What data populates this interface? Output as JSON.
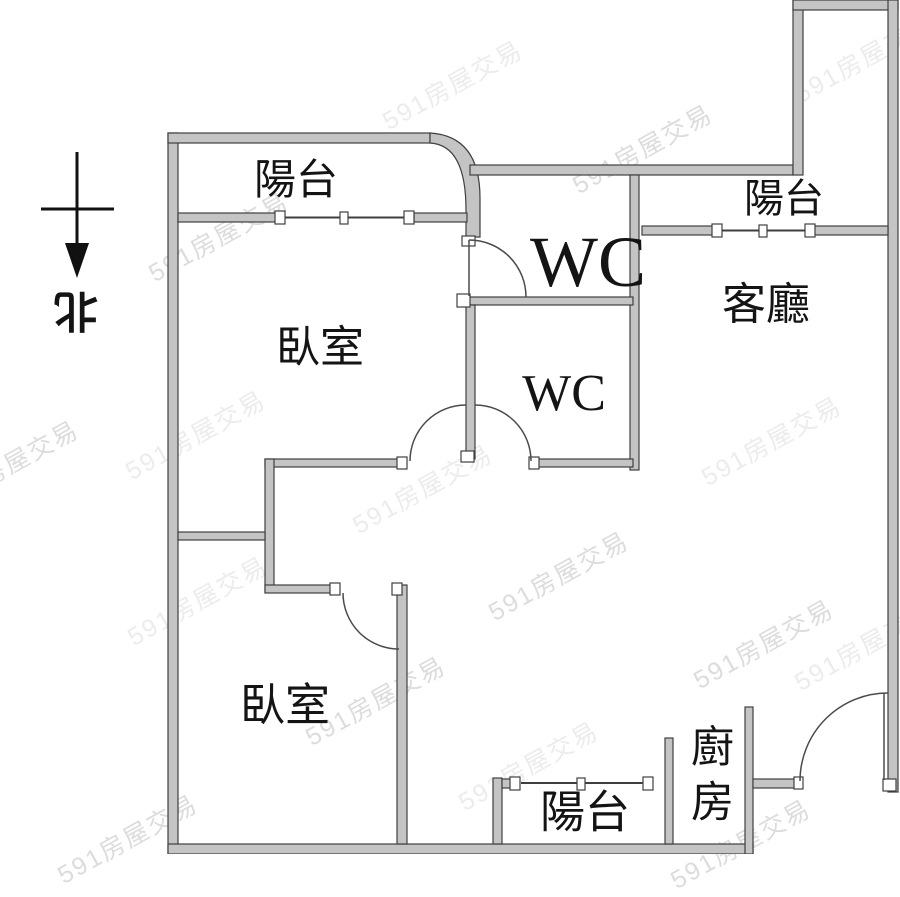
{
  "watermark": {
    "text": "591房屋交易"
  },
  "compass": {
    "north": "北"
  },
  "rooms": {
    "balcony_top_left": "陽台",
    "bedroom_upper": "臥室",
    "wc_upper": "WC",
    "balcony_top_right": "陽台",
    "living_room": "客廳",
    "wc_lower": "WC",
    "bedroom_lower": "臥室",
    "kitchen": "廚房",
    "balcony_bottom": "陽台"
  },
  "colors": {
    "wall_fill": "#c4c4c4",
    "wall_stroke": "#3f3f3f",
    "door_arc": "#4a4a4a",
    "label_text": "#141414",
    "watermark": "#dcdcdc",
    "background": "#ffffff"
  }
}
